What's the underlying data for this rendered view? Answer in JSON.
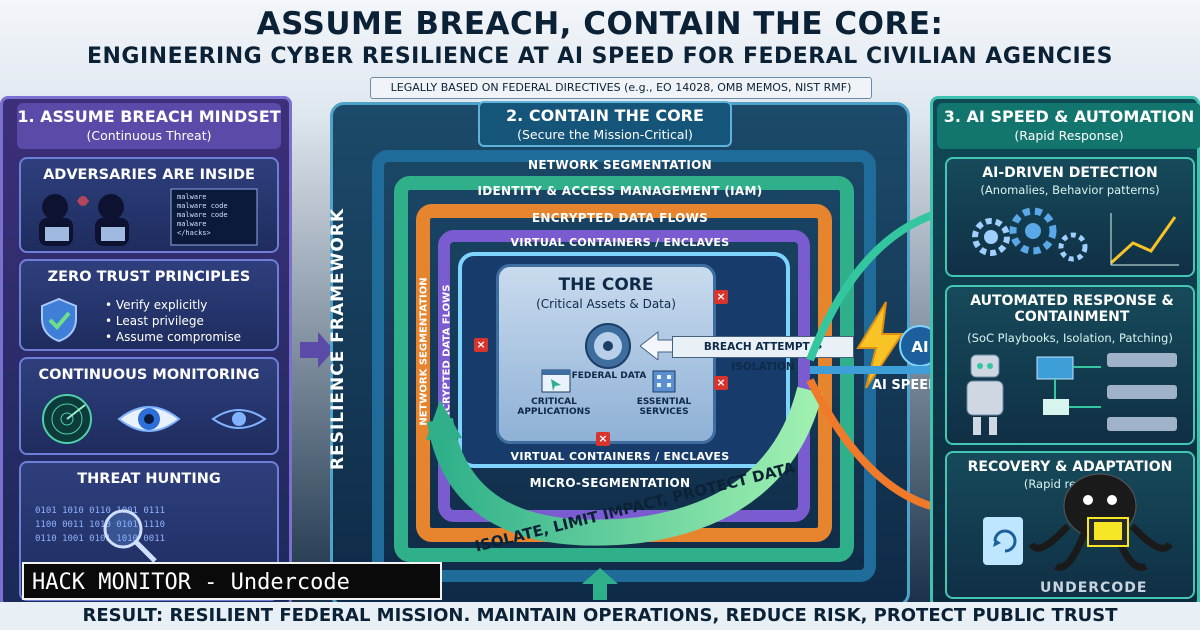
{
  "header": {
    "title": "ASSUME BREACH, CONTAIN THE CORE:",
    "subtitle": "ENGINEERING CYBER  RESILIENCE AT AI SPEED FOR FEDERAL CIVILIAN AGENCIES",
    "legal_note": "LEGALLY BASED ON FEDERAL DIRECTIVES (e.g., EO 14028, OMB MEMOS, NIST RMF)"
  },
  "phase1": {
    "title": "1. ASSUME BREACH MINDSET",
    "subtitle": "(Continuous Threat)",
    "cards": [
      {
        "title": "ADVERSARIES ARE INSIDE",
        "code_lines": [
          "malware",
          "malware code",
          "malware code",
          "malware",
          "</hacks>"
        ]
      },
      {
        "title": "ZERO TRUST PRINCIPLES",
        "bullets": [
          "Verify explicitly",
          "Least privilege",
          "Assume compromise"
        ]
      },
      {
        "title": "CONTINUOUS MONITORING"
      },
      {
        "title": "THREAT HUNTING"
      }
    ]
  },
  "phase2": {
    "title": "2. CONTAIN THE CORE",
    "subtitle": "(Secure the Mission-Critical)",
    "framework_label": "RESILIENCE FRAMEWORK",
    "rings": [
      "NETWORK SEGMENTATION",
      "IDENTITY & ACCESS MANAGEMENT (IAM)",
      "ENCRYPTED DATA FLOWS",
      "VIRTUAL CONTAINERS / ENCLAVES",
      "VIRTUAL CONTAINERS / ENCLAVES",
      "MICRO-SEGMENTATION"
    ],
    "side_labels": [
      "NETWORK SEGMENTATION",
      "ENCRYPTED DATA FLOWS"
    ],
    "core": {
      "title": "THE CORE",
      "subtitle": "(Critical Assets & Data)",
      "items": [
        "FEDERAL DATA",
        "CRITICAL APPLICATIONS",
        "ESSENTIAL SERVICES"
      ]
    },
    "arc_text": "ISOLATE, LIMIT IMPACT, PROTECT DATA",
    "breach_label": "BREACH ATTEMPT → ISOLATION"
  },
  "phase3": {
    "title": "3. AI SPEED & AUTOMATION",
    "subtitle": "(Rapid Response)",
    "cards": [
      {
        "title": "AI-DRIVEN DETECTION",
        "subtitle": "(Anomalies, Behavior patterns)"
      },
      {
        "title": "AUTOMATED RESPONSE & CONTAINMENT",
        "subtitle": "(SoC Playbooks, Isolation, Patching)"
      },
      {
        "title": "RECOVERY & ADAPTATION",
        "subtitle": "(Rapid restoring"
      }
    ],
    "ai_badge": "AI",
    "ai_speed": "AI SPEED"
  },
  "footer": {
    "result": "RESULT: RESILIENT FEDERAL MISSION. MAINTAIN OPERATIONS, REDUCE RISK, PROTECT PUBLIC TRUST",
    "watermark": "HACK MONITOR - Undercode",
    "brand": "UNDERCODE"
  },
  "colors": {
    "phase1": "#5b4aa8",
    "phase2": "#16557a",
    "phase3": "#12766e",
    "breach": "#d8342e",
    "arc": "#6fe08a"
  }
}
